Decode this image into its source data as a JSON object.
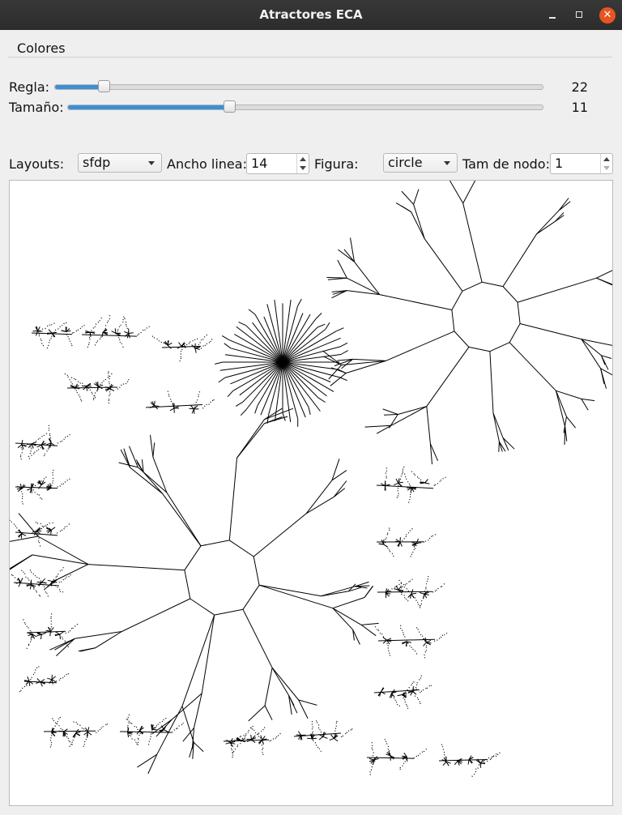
{
  "window": {
    "title": "Atractores ECA"
  },
  "menu": [
    {
      "label": "Colores"
    }
  ],
  "controls": {
    "regla": {
      "label": "Regla:",
      "value": "22",
      "fraction": 0.1
    },
    "tamano": {
      "label": "Tamaño:",
      "value": "11",
      "fraction": 0.34
    }
  },
  "toolbar": {
    "layouts_label": "Layouts:",
    "layout_value": "sfdp",
    "ancho_label": "Ancho linea:",
    "ancho_value": "14",
    "figura_label": "Figura:",
    "figura_value": "circle",
    "tam_label": "Tam de nodo:",
    "tam_value": "1"
  },
  "colors": {
    "accent": "#3d8fd6",
    "close": "#e95420",
    "edge": "#000000"
  }
}
